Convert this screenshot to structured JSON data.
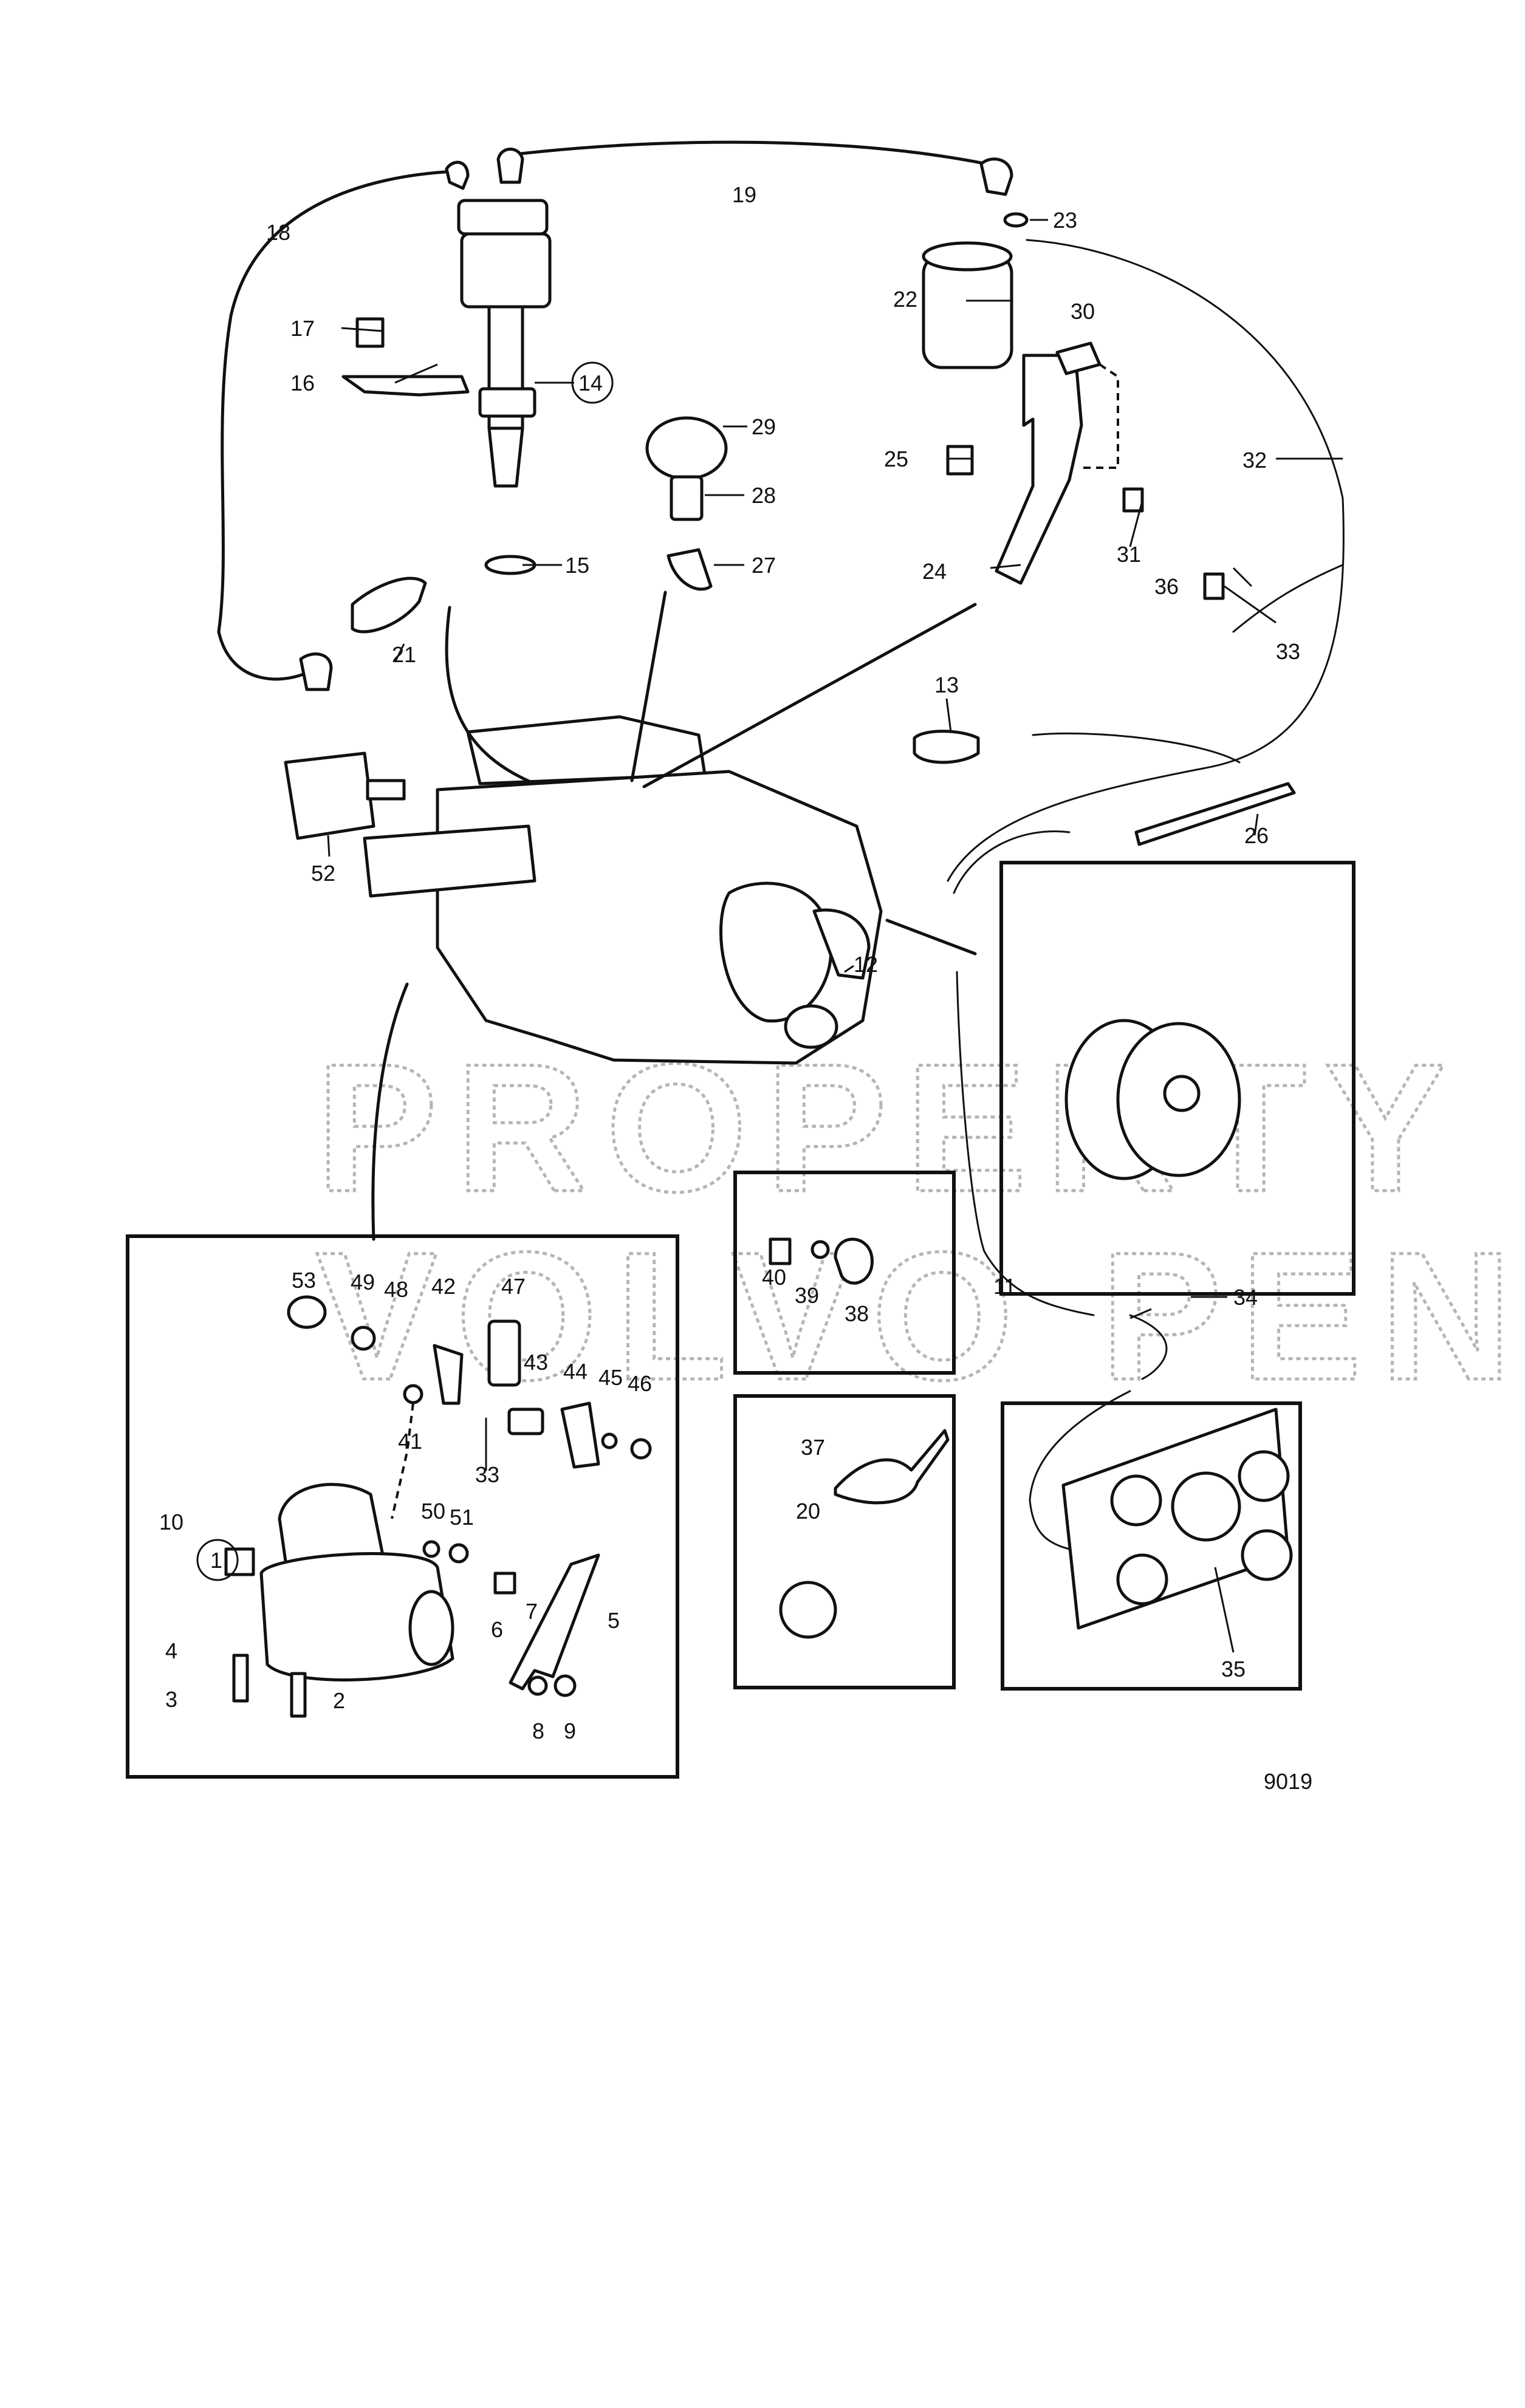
{
  "diagram": {
    "figure_number": "9019",
    "watermark": [
      "PROPERTY OF",
      "VOLVO PENTA"
    ],
    "part_labels": [
      {
        "id": "p1",
        "text": "1",
        "circled": true
      },
      {
        "id": "p2",
        "text": "2"
      },
      {
        "id": "p3",
        "text": "3"
      },
      {
        "id": "p4",
        "text": "4"
      },
      {
        "id": "p5",
        "text": "5"
      },
      {
        "id": "p6",
        "text": "6"
      },
      {
        "id": "p7",
        "text": "7"
      },
      {
        "id": "p8",
        "text": "8"
      },
      {
        "id": "p9",
        "text": "9"
      },
      {
        "id": "p10",
        "text": "10"
      },
      {
        "id": "p11",
        "text": "11"
      },
      {
        "id": "p12",
        "text": "12"
      },
      {
        "id": "p13",
        "text": "13"
      },
      {
        "id": "p14",
        "text": "14",
        "circled": true
      },
      {
        "id": "p15",
        "text": "15"
      },
      {
        "id": "p16",
        "text": "16"
      },
      {
        "id": "p17",
        "text": "17"
      },
      {
        "id": "p18",
        "text": "18"
      },
      {
        "id": "p19",
        "text": "19"
      },
      {
        "id": "p20",
        "text": "20"
      },
      {
        "id": "p21",
        "text": "21"
      },
      {
        "id": "p22",
        "text": "22"
      },
      {
        "id": "p23",
        "text": "23"
      },
      {
        "id": "p24",
        "text": "24"
      },
      {
        "id": "p25",
        "text": "25"
      },
      {
        "id": "p26",
        "text": "26"
      },
      {
        "id": "p27",
        "text": "27"
      },
      {
        "id": "p28",
        "text": "28"
      },
      {
        "id": "p29",
        "text": "29"
      },
      {
        "id": "p30",
        "text": "30"
      },
      {
        "id": "p31",
        "text": "31"
      },
      {
        "id": "p32",
        "text": "32"
      },
      {
        "id": "p33a",
        "text": "33"
      },
      {
        "id": "p33b",
        "text": "33"
      },
      {
        "id": "p34",
        "text": "34"
      },
      {
        "id": "p35",
        "text": "35"
      },
      {
        "id": "p36",
        "text": "36"
      },
      {
        "id": "p37",
        "text": "37"
      },
      {
        "id": "p38",
        "text": "38"
      },
      {
        "id": "p39",
        "text": "39"
      },
      {
        "id": "p40",
        "text": "40"
      },
      {
        "id": "p41",
        "text": "41"
      },
      {
        "id": "p42",
        "text": "42"
      },
      {
        "id": "p43",
        "text": "43"
      },
      {
        "id": "p44",
        "text": "44"
      },
      {
        "id": "p45",
        "text": "45"
      },
      {
        "id": "p46",
        "text": "46"
      },
      {
        "id": "p47",
        "text": "47"
      },
      {
        "id": "p48",
        "text": "48"
      },
      {
        "id": "p49",
        "text": "49"
      },
      {
        "id": "p50",
        "text": "50"
      },
      {
        "id": "p51",
        "text": "51"
      },
      {
        "id": "p52",
        "text": "52"
      },
      {
        "id": "p53",
        "text": "53"
      }
    ]
  }
}
